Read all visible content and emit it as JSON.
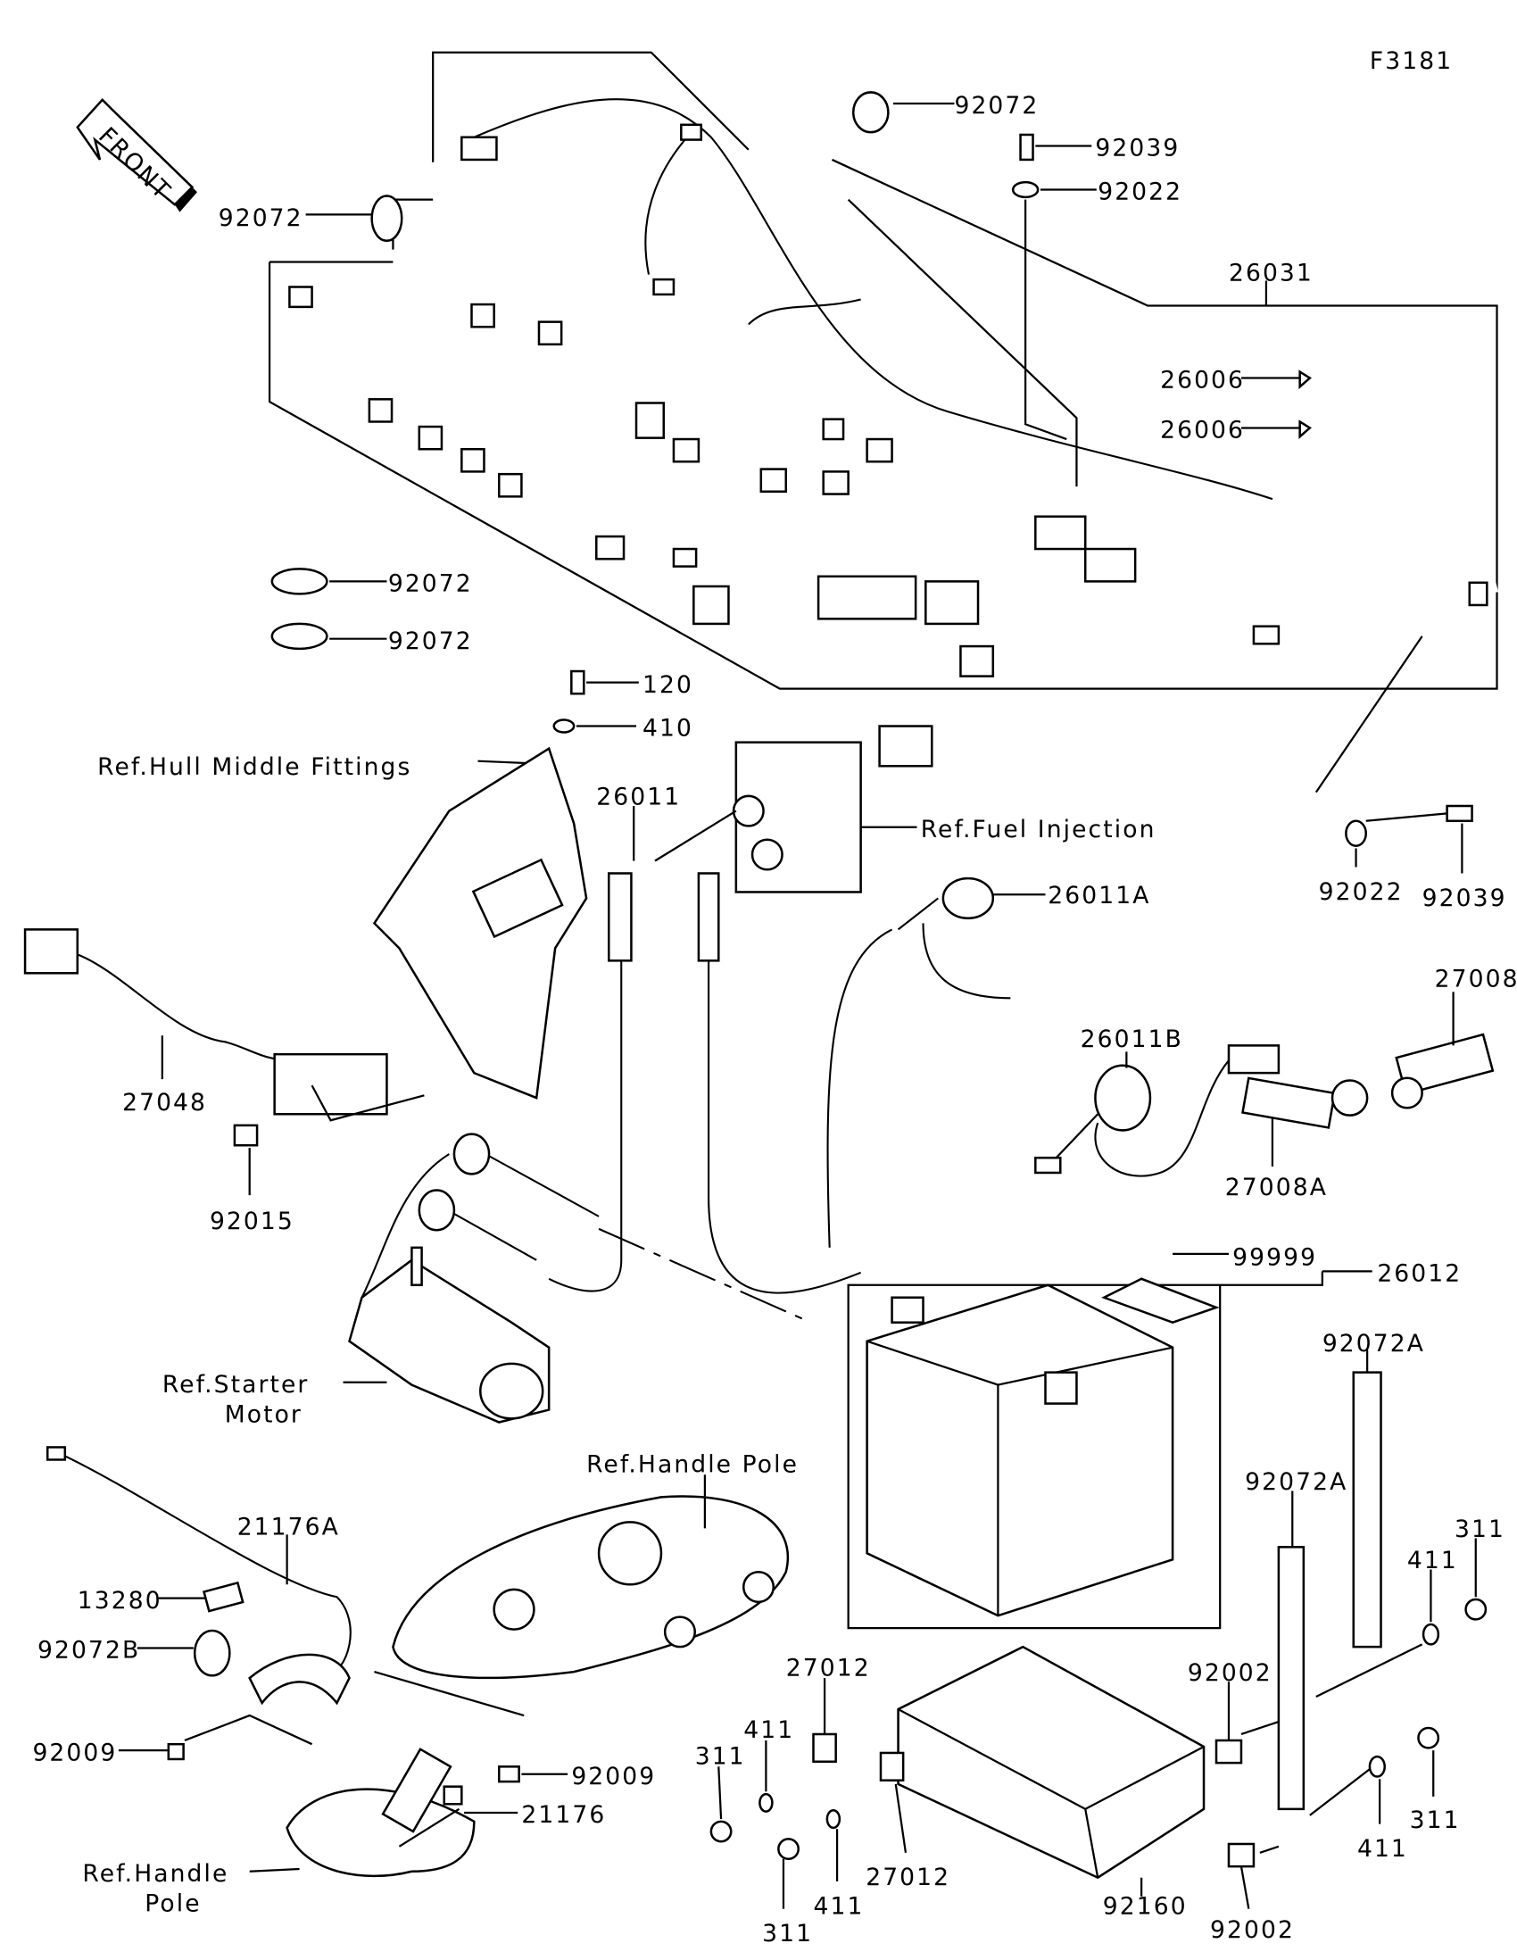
{
  "diagram": {
    "figure_code": "F3181",
    "front_arrow_label": "FRONT",
    "labels": [
      "92072",
      "92039",
      "92022",
      "92072",
      "26031",
      "26006",
      "26006",
      "92072",
      "92072",
      "120",
      "410",
      "Ref.Hull Middle Fittings",
      "26011",
      "Ref.Fuel Injection",
      "26011A",
      "92022",
      "92039",
      "27008",
      "26011B",
      "27048",
      "27008A",
      "92015",
      "99999",
      "26012",
      "92072A",
      "Ref.Starter",
      "Motor",
      "Ref.Handle Pole",
      "21176A",
      "92072A",
      "311",
      "411",
      "13280",
      "92072B",
      "27012",
      "92002",
      "411",
      "311",
      "92009",
      "92009",
      "21176",
      "311",
      "411",
      "27012",
      "Ref.Handle",
      "Pole",
      "411",
      "92160",
      "311",
      "92002"
    ]
  }
}
